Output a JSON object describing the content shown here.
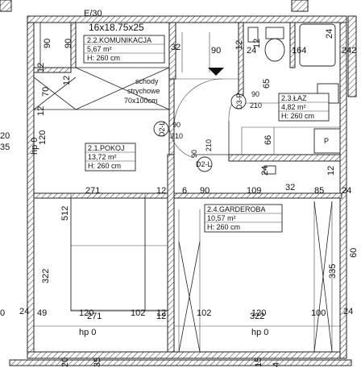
{
  "header": {
    "tag": "E/30"
  },
  "stair": {
    "dims": "16x18.75x25",
    "label_1": "schody",
    "label_2": "strychowe",
    "size": "70x100cm"
  },
  "rooms": [
    {
      "id": "2.2",
      "name": "2.2.KOMUNIKACJA",
      "area": "5,67 m²",
      "height": "H: 260 cm"
    },
    {
      "id": "2.1",
      "name": "2.1.POKOJ",
      "area": "13,72 m²",
      "height": "H: 260 cm"
    },
    {
      "id": "2.3",
      "name": "2.3.ŁAZ",
      "area": "4,82 m²",
      "height": "H: 260 cm"
    },
    {
      "id": "2.4",
      "name": "2.4.GARDEROBA",
      "area": "10,57 m²",
      "height": "H: 260 cm"
    }
  ],
  "doors": [
    {
      "tag": "D2-L",
      "w": "90",
      "h": "210"
    },
    {
      "tag": "D2-L",
      "w": "90",
      "h": "210"
    },
    {
      "tag": "D3-P",
      "w": "90",
      "h": "210"
    }
  ],
  "dims": {
    "top_90_left": "90",
    "top_32": "32",
    "top_90_mid": "90",
    "top_12": "12",
    "top_24": "24",
    "top_164": "164",
    "top_24_right": "24",
    "top_242": "242",
    "left_90": "90",
    "left_12a": "12",
    "left_12b": "12",
    "left_70": "70",
    "left_12c": "12",
    "left_120": "120",
    "left_hp": "hp 0",
    "left_20": "20",
    "left_35": "35",
    "mid_12": "12",
    "mid_65": "65",
    "row_271_top": "271",
    "row_12": "12",
    "row_6": "6",
    "row_90": "90",
    "row_109": "109",
    "row_32": "32",
    "row_85": "85",
    "row_24r": "24",
    "v_66": "66",
    "v_24": "24",
    "v_12": "12",
    "v_210": "210",
    "v_512": "512",
    "v_322": "322",
    "v_335": "335",
    "row_271_bot": "271",
    "row_12_bot": "12",
    "row_322": "322",
    "bot_24": "24",
    "bot_49": "49",
    "bot_120a": "120",
    "bot_102a": "102",
    "bot_12": "12",
    "bot_102b": "102",
    "bot_120b": "120",
    "bot_100": "100",
    "bot_24r": "24",
    "bot_hp_left": "hp 0",
    "bot_hp_right": "hp 0",
    "bot_0": "0",
    "bot_24b": "24",
    "edge_20": "20",
    "edge_35": "35",
    "edge_15": "15",
    "edge_4": "4",
    "edge_right_60": "60"
  },
  "symbols": {
    "p": "P"
  }
}
